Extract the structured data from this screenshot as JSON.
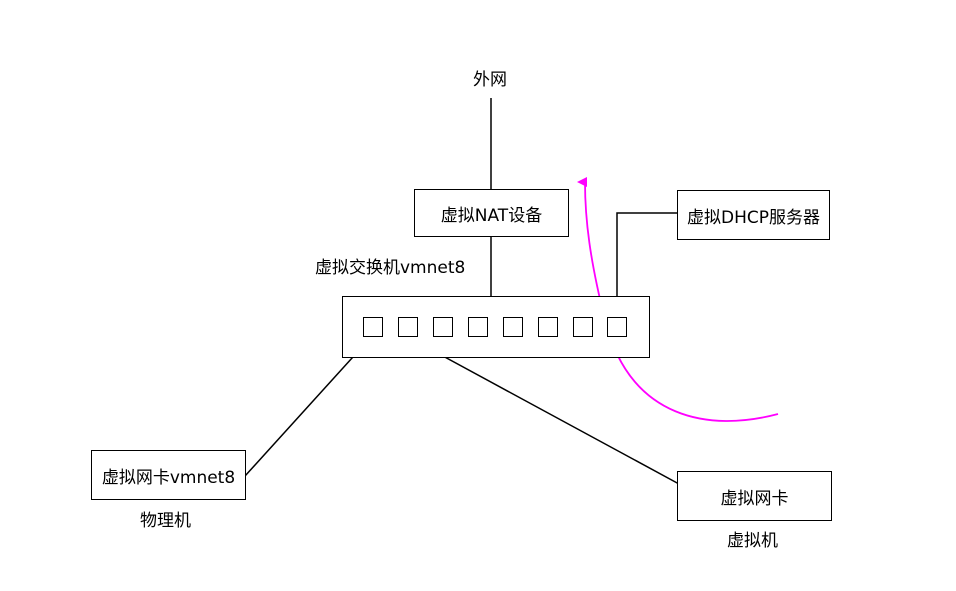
{
  "labels": {
    "internet": "外网",
    "nat_device": "虚拟NAT设备",
    "dhcp_server": "虚拟DHCP服务器",
    "switch": "虚拟交换机vmnet8",
    "host_nic": "虚拟网卡vmnet8",
    "host": "物理机",
    "vm_nic": "虚拟网卡",
    "vm": "虚拟机"
  },
  "switch_ports": 8,
  "colors": {
    "line": "#000000",
    "arrow": "#ff00ff"
  }
}
